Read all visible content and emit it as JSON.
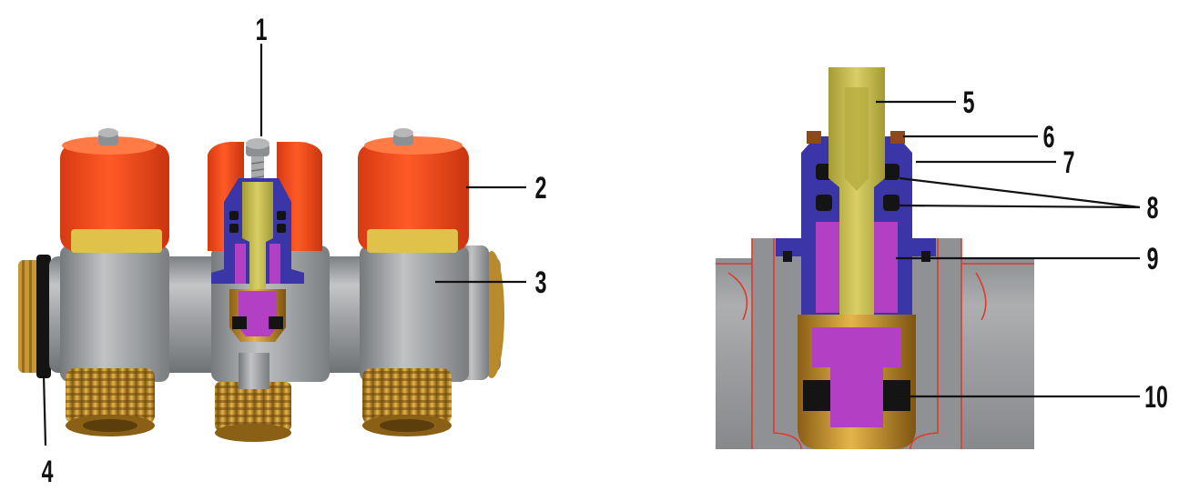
{
  "diagram": {
    "callouts": [
      {
        "id": "c1",
        "label": "1"
      },
      {
        "id": "c2",
        "label": "2"
      },
      {
        "id": "c3",
        "label": "3"
      },
      {
        "id": "c4",
        "label": "4"
      },
      {
        "id": "c5",
        "label": "5"
      },
      {
        "id": "c6",
        "label": "6"
      },
      {
        "id": "c7",
        "label": "7"
      },
      {
        "id": "c8",
        "label": "8"
      },
      {
        "id": "c9",
        "label": "9"
      },
      {
        "id": "c10",
        "label": "10"
      }
    ]
  },
  "colors": {
    "cap_red": "#f04a1e",
    "steel_gray": "#9a9c9e",
    "brass": "#c9972e",
    "bonnet_blue": "#3b36a8",
    "stem_olive": "#c7bf4e",
    "disc_magenta": "#b23fc4",
    "seal_black": "#141414",
    "outline_red": "#e0392b",
    "seal_brown": "#8a4a1c"
  }
}
